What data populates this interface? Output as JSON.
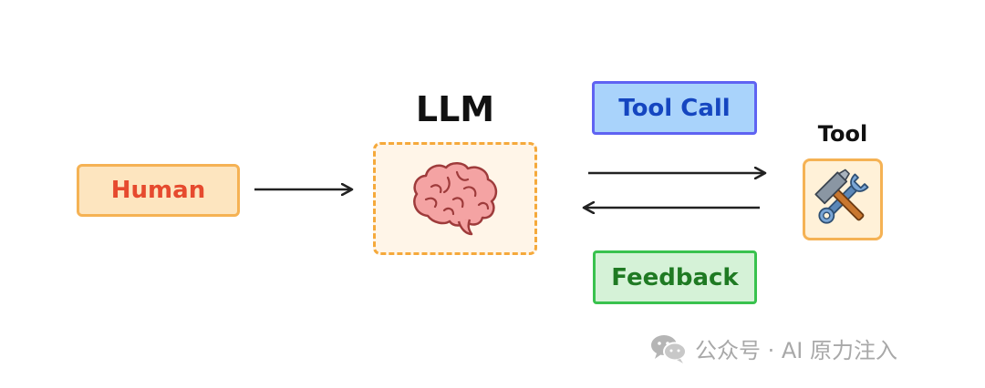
{
  "nodes": {
    "human": "Human",
    "llm": "LLM",
    "tool_call": "Tool Call",
    "feedback": "Feedback",
    "tool": "Tool"
  },
  "icons": {
    "llm": "brain-icon",
    "tool": "hammer-wrench-icon",
    "watermark": "wechat-icon"
  },
  "edges": [
    {
      "from": "Human",
      "to": "LLM"
    },
    {
      "from": "LLM",
      "to": "Tool",
      "label": "Tool Call"
    },
    {
      "from": "Tool",
      "to": "LLM",
      "label": "Feedback"
    }
  ],
  "watermark": {
    "text": "公众号 · AI 原力注入"
  },
  "colors": {
    "human_fill": "#fde5bf",
    "human_border": "#f5b254",
    "human_text": "#e64a2e",
    "llm_fill": "#fff5e8",
    "llm_border": "#f5a93b",
    "tool_call_fill": "#a9d3fb",
    "tool_call_border": "#5f63f2",
    "tool_call_text": "#1546c0",
    "feedback_fill": "#d5f2d7",
    "feedback_border": "#39c24e",
    "feedback_text": "#1f7a23",
    "arrow": "#222222"
  }
}
